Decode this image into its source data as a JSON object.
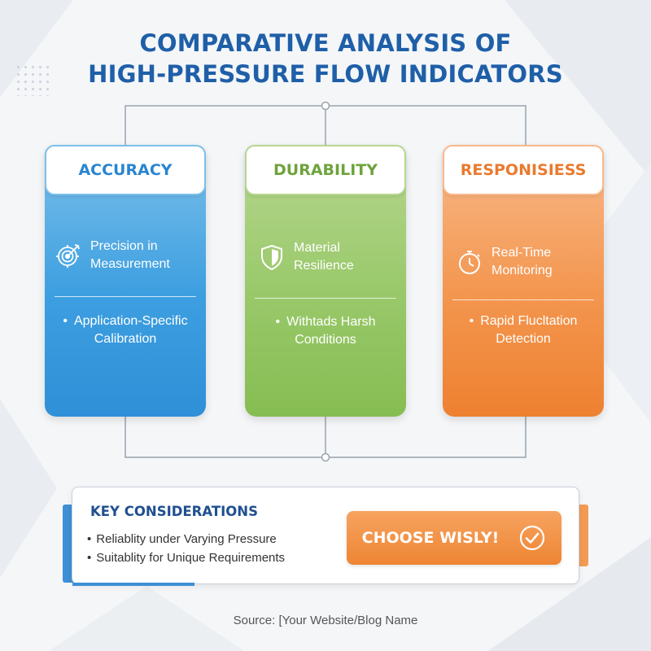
{
  "title": {
    "line1": "COMPARATIVE ANALYSIS OF",
    "line2": "HIGH-PRESSURE FLOW INDICATORS"
  },
  "cards": [
    {
      "heading": "ACCURACY",
      "icon": "target-icon",
      "feature_line1": "Precision in",
      "feature_line2": "Measurement",
      "bullet_line1": "Application-Specific",
      "bullet_line2": "Calibration",
      "color": "#2f8fd8"
    },
    {
      "heading": "DURABILITY",
      "icon": "shield-icon",
      "feature_line1": "Material",
      "feature_line2": "Resilience",
      "bullet_line1": "Withtads Harsh",
      "bullet_line2": "Conditions",
      "color": "#86bd52"
    },
    {
      "heading": "RESPONISIESS",
      "icon": "stopwatch-icon",
      "feature_line1": "Real-Time",
      "feature_line2": "Monitoring",
      "bullet_line1": "Rapid Flucltation",
      "bullet_line2": "Detection",
      "color": "#ee8130"
    }
  ],
  "key_considerations": {
    "title": "KEY CONSIDERATIONS",
    "items": [
      "Reliablity under Varying Pressure",
      "Suitablity for Unique Requirements"
    ],
    "cta_label": "CHOOSE WISLY!",
    "cta_icon": "check-circle-icon"
  },
  "source": "Source: [Your Website/Blog Name"
}
